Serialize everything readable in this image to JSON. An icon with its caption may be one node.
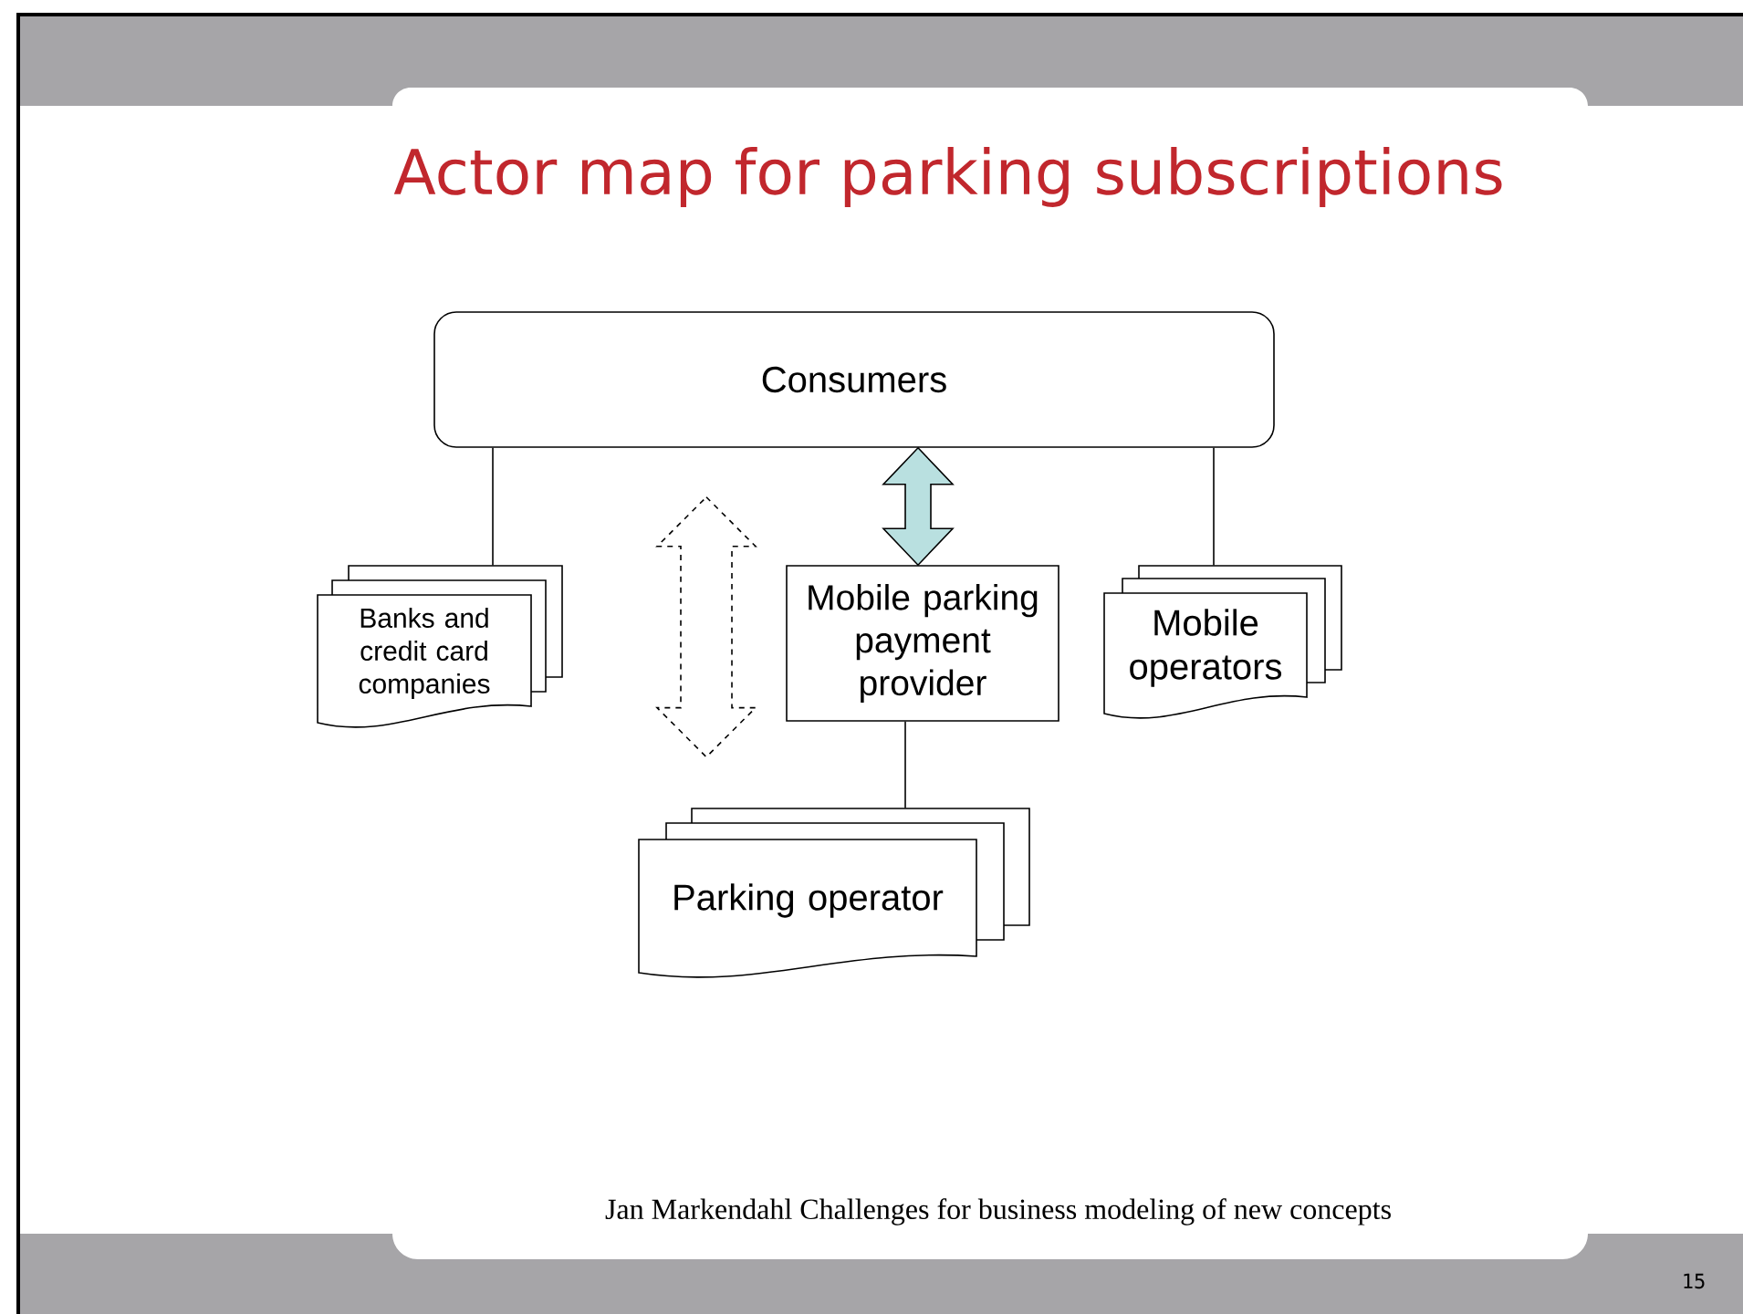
{
  "diagram": {
    "title": "Actor map for parking subscriptions",
    "nodes": [
      {
        "text": [
          "Consumers"
        ]
      },
      {
        "text": [
          "Banks and credit card companies"
        ]
      },
      {
        "text": [
          "Mobile parking payment provider"
        ]
      },
      {
        "text": [
          "Mobile operators"
        ]
      },
      {
        "text": [
          "Parking operator"
        ]
      }
    ],
    "edges": [
      {
        "from": 0,
        "to": 1,
        "arrow": "none"
      },
      {
        "from": 0,
        "to": 3,
        "arrow": "none"
      },
      {
        "from": 0,
        "to": 2,
        "arrow": "both",
        "style": "thick",
        "color": "#b9e0e0"
      },
      {
        "from": 0,
        "to": 4,
        "arrow": "both",
        "style": "dashed"
      },
      {
        "from": 2,
        "to": 4,
        "arrow": "none"
      }
    ],
    "labels": [
      "Jan Markendahl  Challenges for business modeling of new concepts",
      "15"
    ]
  }
}
